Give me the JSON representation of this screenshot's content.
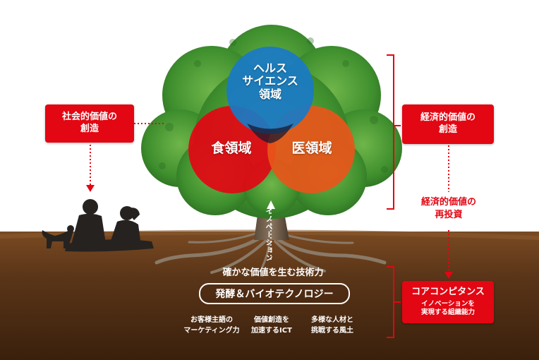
{
  "circles": {
    "health": {
      "line1": "ヘルス",
      "line2": "サイエンス",
      "line3": "領域",
      "color": "#1a7ac4"
    },
    "food": {
      "label": "食領域",
      "color": "#e30613"
    },
    "medical": {
      "label": "医領域",
      "color": "#e8561a"
    }
  },
  "social_value": {
    "line1": "社会的価値の",
    "line2": "創造"
  },
  "economic_value": {
    "line1": "経済的価値の",
    "line2": "創造"
  },
  "reinvestment": {
    "line1": "経済的価値の",
    "line2": "再投資"
  },
  "core_competence": {
    "title": "コアコンピタンス",
    "sub1": "イノベーションを",
    "sub2": "実現する組織能力"
  },
  "trunk_label": "イノベーション",
  "technology": "確かな価値を生む技術力",
  "fermentation": "発酵＆バイオテクノロジー",
  "foundations": [
    {
      "line1": "お客様主語の",
      "line2": "マーケティング力"
    },
    {
      "line1": "価値創造を",
      "line2": "加速するICT"
    },
    {
      "line1": "多様な人材と",
      "line2": "挑戦する風土"
    }
  ],
  "colors": {
    "accent_red": "#e30613",
    "soil": "#5a3518",
    "foliage": "#3f8f2e"
  }
}
